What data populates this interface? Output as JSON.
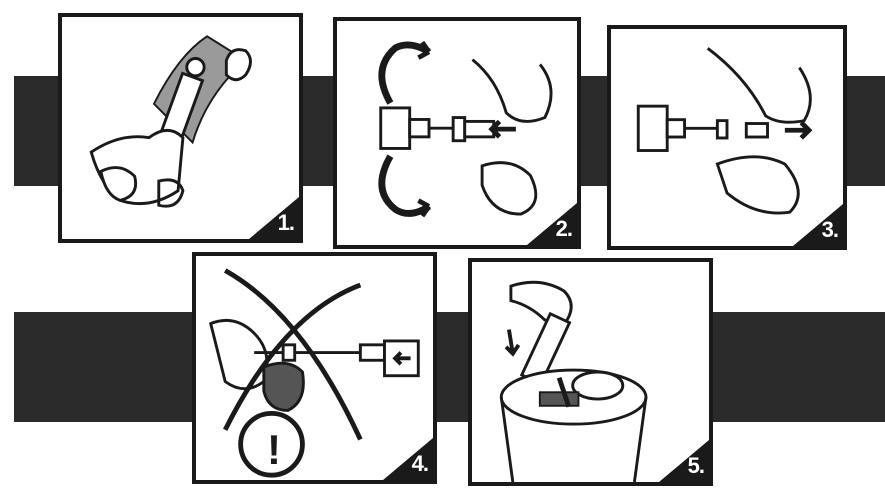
{
  "steps": [
    {
      "label": "1."
    },
    {
      "label": "2."
    },
    {
      "label": "3."
    },
    {
      "label": "4."
    },
    {
      "label": "5."
    }
  ],
  "warning": {
    "symbol": "!"
  },
  "colors": {
    "ink": "#1a1a1a",
    "band": "#2a2a2a",
    "shade": "#9a9a9a"
  }
}
